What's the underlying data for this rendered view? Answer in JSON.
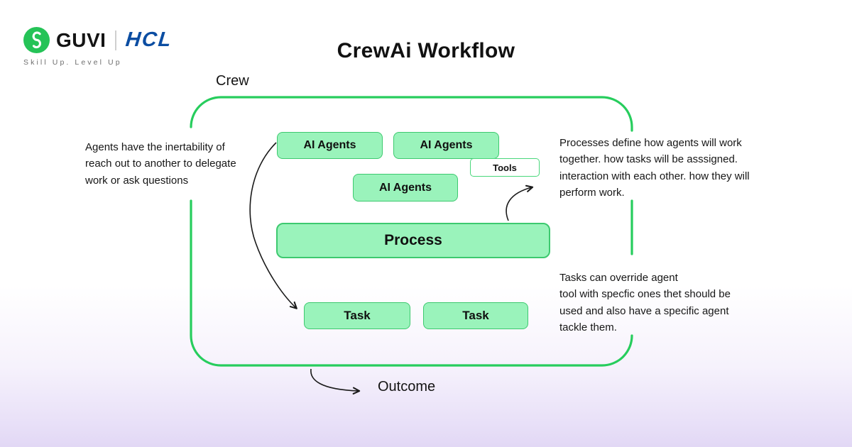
{
  "header": {
    "guvi_text": "GUVI",
    "hcl_text": "HCL",
    "tagline": "Skill Up. Level Up",
    "title": "CrewAi Workflow"
  },
  "colors": {
    "crew_border_green": "#27cd5d",
    "node_fill_mint": "#9af3bb",
    "node_border_green": "#3dc96f",
    "tools_fill_white": "#ffffff",
    "guvi_logo_green": "#25c357",
    "hcl_blue": "#0b4da2",
    "tagline_gray": "#6e6e6e",
    "bottom_gradient_lavender": "#e2d8f5"
  },
  "diagram": {
    "crew_label": "Crew",
    "outcome_label": "Outcome",
    "nodes": {
      "agent1": "AI Agents",
      "agent2": "AI Agents",
      "agent3": "AI Agents",
      "tools": "Tools",
      "process": "Process",
      "task1": "Task",
      "task2": "Task"
    }
  },
  "annotations": {
    "left_lines": [
      "Agents have the inertability of",
      "reach out to another to delegate",
      "work or ask questions"
    ],
    "right_top_lines": [
      "Processes define how agents will work",
      "together. how tasks will be asssigned.",
      "interaction with each other. how they will",
      "perform work."
    ],
    "right_bottom_lines": [
      "Tasks can override agent",
      "tool with specfic ones thet should be",
      "used and also have a specific agent",
      "tackle them."
    ]
  }
}
